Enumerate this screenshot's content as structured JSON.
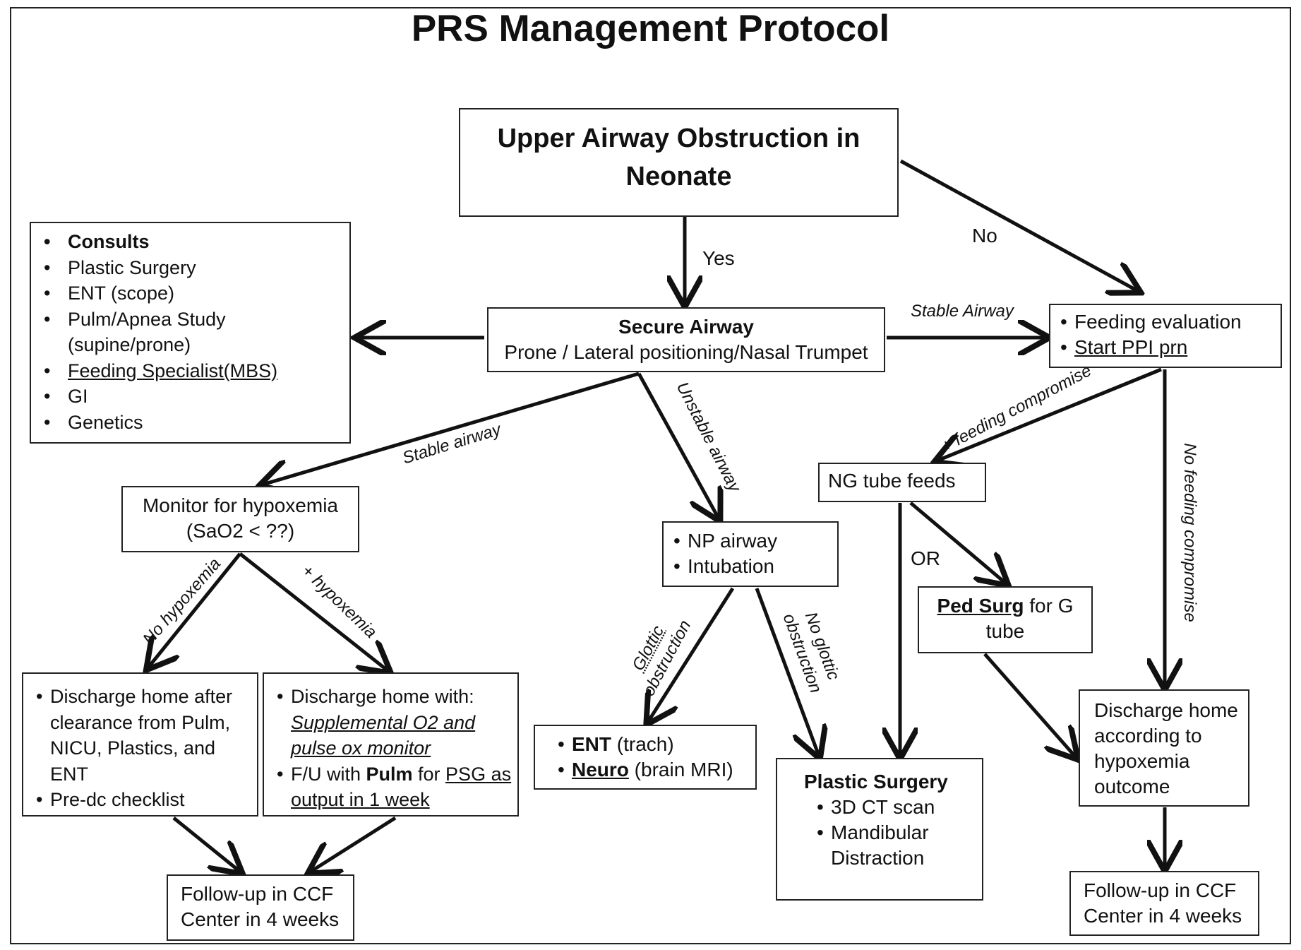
{
  "title": "PRS Management Protocol",
  "nodes": {
    "start": "Upper Airway Obstruction in Neonate",
    "secure": {
      "heading": "Secure Airway",
      "body": "Prone / Lateral positioning/Nasal Trumpet"
    },
    "consults": [
      "Consults",
      "Plastic Surgery",
      "ENT (scope)",
      "Pulm/Apnea Study (supine/prone)",
      "Feeding Specialist(MBS)",
      "GI",
      "Genetics"
    ],
    "feeding_eval": [
      "Feeding evaluation",
      "Start PPI prn"
    ],
    "monitor": "Monitor for hypoxemia (SaO2 < ??)",
    "np_airway": [
      "NP airway",
      "Intubation"
    ],
    "ng_tube": "NG tube feeds",
    "ped_surg": {
      "bold": "Ped Surg",
      "rest": " for G tube"
    },
    "discharge_after": [
      "Discharge home after clearance from Pulm, NICU, Plastics, and ENT",
      "Pre-dc checklist"
    ],
    "discharge_with": {
      "item1": "Discharge home with:",
      "item1_italic": "Supplemental O2 and pulse ox monitor",
      "item2_pre": "F/U with ",
      "item2_bold": "Pulm",
      "item2_mid": " for ",
      "item2_u": "PSG",
      "item2_post": " as output in 1 week"
    },
    "ent_neuro": [
      {
        "bold": "ENT",
        "rest": " (trach)"
      },
      {
        "bold": "Neuro",
        "rest": " (brain MRI)"
      }
    ],
    "plastic_surgery": {
      "heading": "Plastic Surgery",
      "items": [
        "3D CT scan",
        "Mandibular Distraction"
      ]
    },
    "discharge_hypox": "Discharge home according to hypoxemia outcome",
    "followup_left": "Follow-up in CCF Center in 4 weeks",
    "followup_right": "Follow-up in CCF Center in 4 weeks"
  },
  "edge_labels": {
    "yes": "Yes",
    "no": "No",
    "stable_airway_right": "Stable Airway",
    "stable_airway_left": "Stable airway",
    "unstable_airway": "Unstable airway",
    "feeding_compromise": "+ feeding compromise",
    "no_feeding_compromise": "No feeding compromise",
    "no_hypoxemia": "No hypoxemia",
    "plus_hypoxemia": "+ hypoxemia",
    "glottic_1": "Glottic",
    "glottic_2": "obstruction",
    "no_glottic_1": "No glottic",
    "no_glottic_2": "obstruction",
    "or": "OR"
  }
}
